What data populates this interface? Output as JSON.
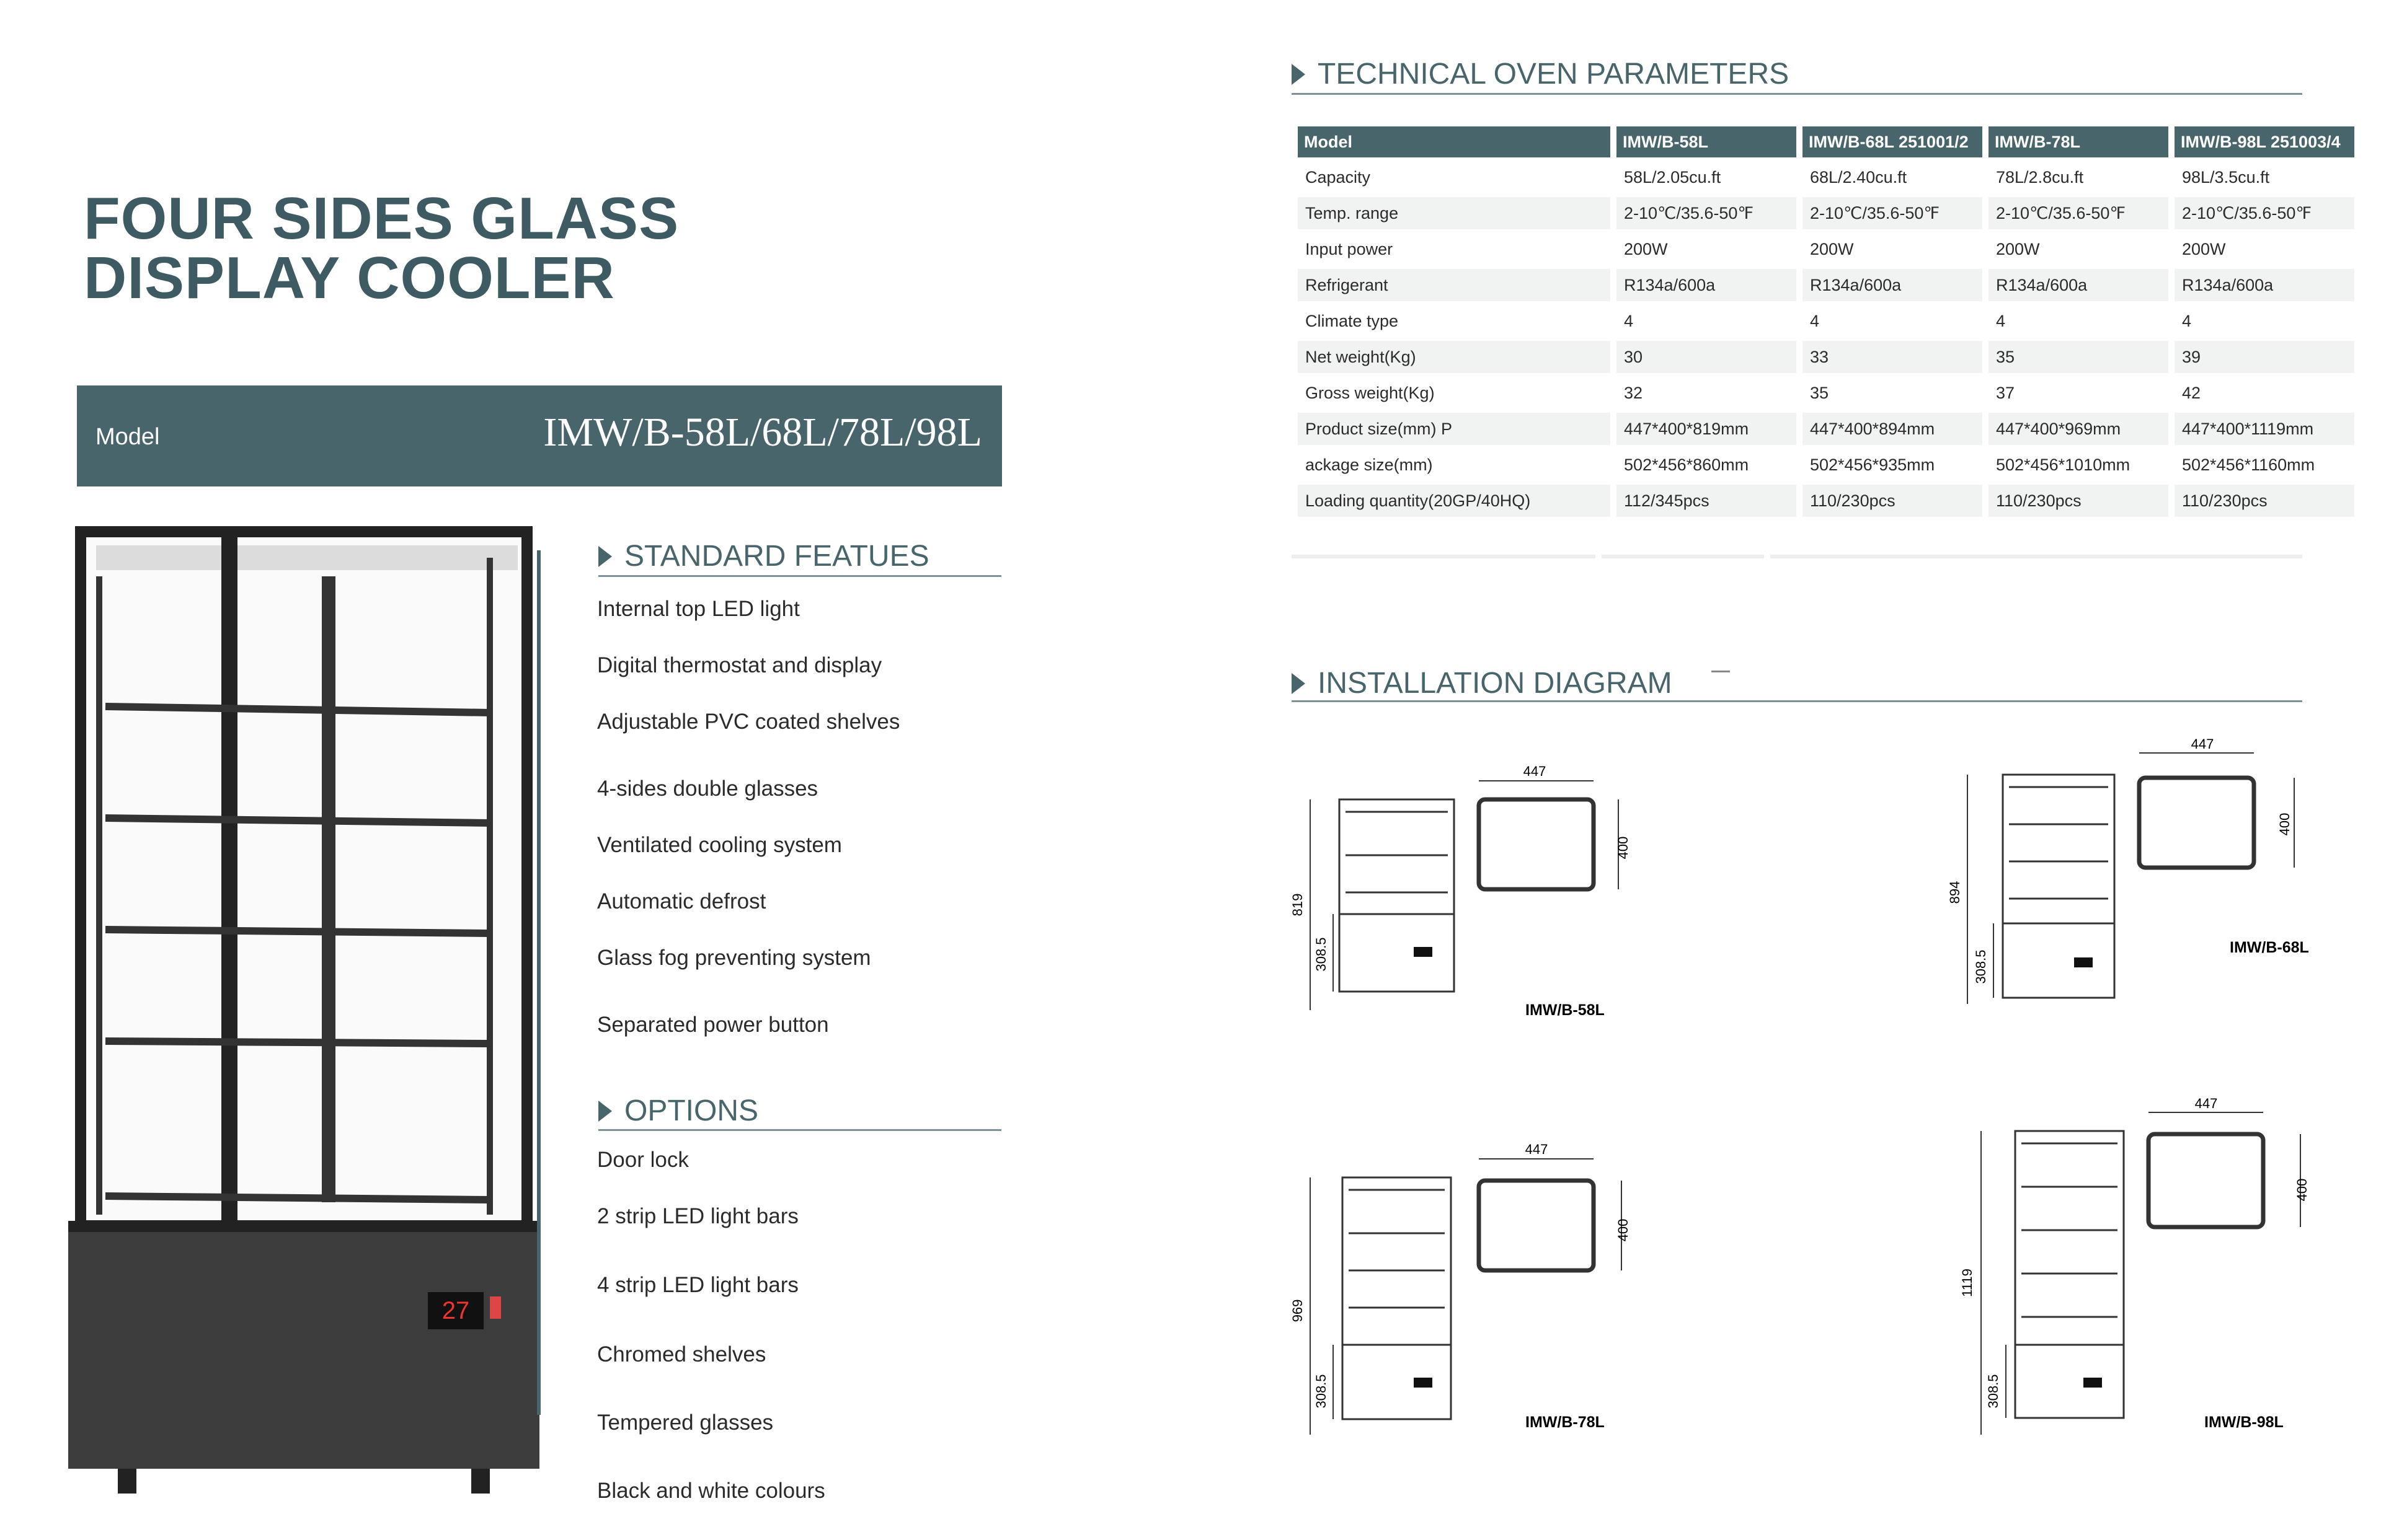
{
  "title_line1": "FOUR SIDES GLASS",
  "title_line2": "DISPLAY COOLER",
  "model_banner": {
    "label": "Model",
    "value": "IMW/B-58L/68L/78L/98L"
  },
  "standard_features": {
    "heading": "STANDARD FEATUES",
    "items": [
      "Internal top LED light",
      "Digital thermostat and display",
      "Adjustable PVC coated shelves",
      "4-sides double glasses",
      "Ventilated cooling system",
      "Automatic defrost",
      "Glass fog preventing system",
      "Separated power button"
    ]
  },
  "options": {
    "heading": "OPTIONS",
    "items": [
      "Door lock",
      "2 strip LED light bars",
      "4 strip LED light bars",
      "Chromed shelves",
      "Tempered glasses",
      "Black and white colours"
    ]
  },
  "product_display": "27",
  "technical": {
    "heading": "TECHNICAL OVEN PARAMETERS",
    "headers": [
      "Model",
      "IMW/B-58L",
      "IMW/B-68L 251001/2",
      "IMW/B-78L",
      "IMW/B-98L 251003/4"
    ],
    "rows": [
      [
        "Capacity",
        "58L/2.05cu.ft",
        "68L/2.40cu.ft",
        "78L/2.8cu.ft",
        "98L/3.5cu.ft"
      ],
      [
        "Temp. range",
        "2-10℃/35.6-50℉",
        "2-10℃/35.6-50℉",
        "2-10℃/35.6-50℉",
        "2-10℃/35.6-50℉"
      ],
      [
        "Input power",
        "200W",
        "200W",
        "200W",
        "200W"
      ],
      [
        "Refrigerant",
        "R134a/600a",
        "R134a/600a",
        "R134a/600a",
        "R134a/600a"
      ],
      [
        "Climate type",
        "4",
        "4",
        "4",
        "4"
      ],
      [
        "Net weight(Kg)",
        "30",
        "33",
        "35",
        "39"
      ],
      [
        "Gross weight(Kg)",
        "32",
        "35",
        "37",
        "42"
      ],
      [
        "Product size(mm)  P",
        "447*400*819mm",
        "447*400*894mm",
        "447*400*969mm",
        "447*400*1119mm"
      ],
      [
        "ackage size(mm)",
        "502*456*860mm",
        "502*456*935mm",
        "502*456*1010mm",
        "502*456*1160mm"
      ],
      [
        "Loading quantity(20GP/40HQ)",
        "112/345pcs",
        "110/230pcs",
        "110/230pcs",
        "110/230pcs"
      ]
    ]
  },
  "installation": {
    "heading": "INSTALLATION DIAGRAM",
    "diagrams": [
      {
        "model": "IMW/B-58L",
        "width": "447",
        "depth": "400",
        "height": "819",
        "base": "308.5"
      },
      {
        "model": "IMW/B-68L",
        "width": "447",
        "depth": "400",
        "height": "894",
        "base": "308.5"
      },
      {
        "model": "IMW/B-78L",
        "width": "447",
        "depth": "400",
        "height": "969",
        "base": "308.5"
      },
      {
        "model": "IMW/B-98L",
        "width": "447",
        "depth": "400",
        "height": "1119",
        "base": "308.5"
      }
    ]
  }
}
